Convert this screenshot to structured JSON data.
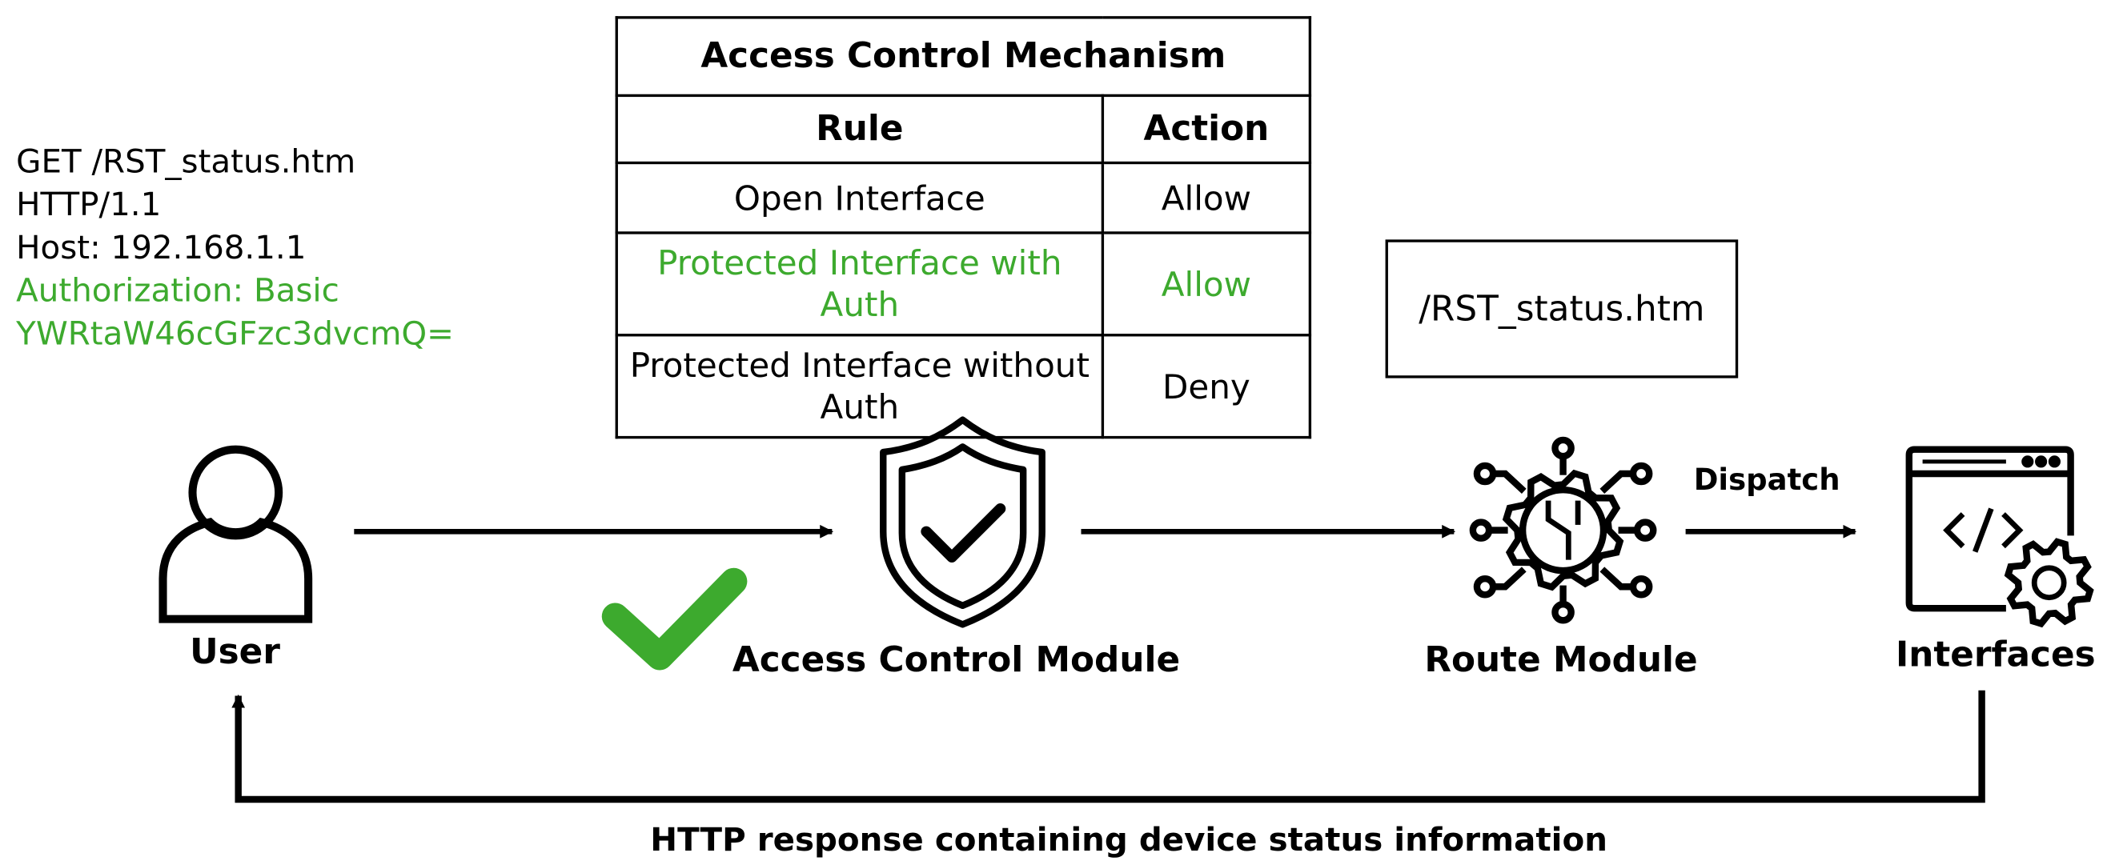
{
  "request": {
    "line1": "GET /RST_status.htm",
    "line2": "HTTP/1.1",
    "line3": "Host: 192.168.1.1",
    "line4": "Authorization: Basic",
    "line5": "YWRtaW46cGFzc3dvcmQ="
  },
  "table": {
    "title": "Access Control Mechanism",
    "header": {
      "rule": "Rule",
      "action": "Action"
    },
    "rows": [
      {
        "rule": "Open Interface",
        "action": "Allow"
      },
      {
        "rule": "Protected Interface with Auth",
        "action": "Allow"
      },
      {
        "rule": "Protected Interface without Auth",
        "action": "Deny"
      }
    ]
  },
  "route_path": "/RST_status.htm",
  "nodes": {
    "user": "User",
    "access_control": "Access Control Module",
    "route": "Route Module",
    "interfaces": "Interfaces"
  },
  "edges": {
    "dispatch": "Dispatch",
    "response": "HTTP response containing device status information"
  },
  "colors": {
    "highlight": "#3daa2e",
    "line": "#000000"
  }
}
